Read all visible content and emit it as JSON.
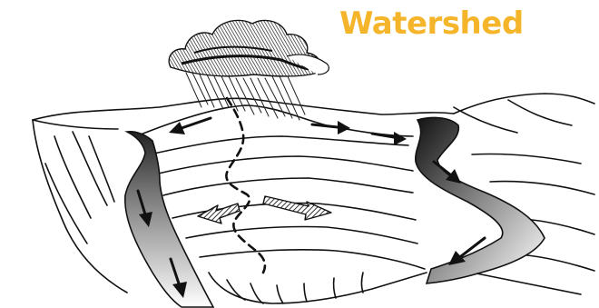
{
  "diagram": {
    "title": "Watershed",
    "colors": {
      "title": "#F5B52B",
      "ink": "#111111",
      "hatched_arrow_fill": "#8a8a8a"
    },
    "elements": [
      "rain-cloud-icon",
      "rain-streaks",
      "hillside-landscape",
      "left-stream",
      "right-stream",
      "groundwater-flow-path",
      "runoff-arrows",
      "subsurface-flow-arrows"
    ]
  }
}
